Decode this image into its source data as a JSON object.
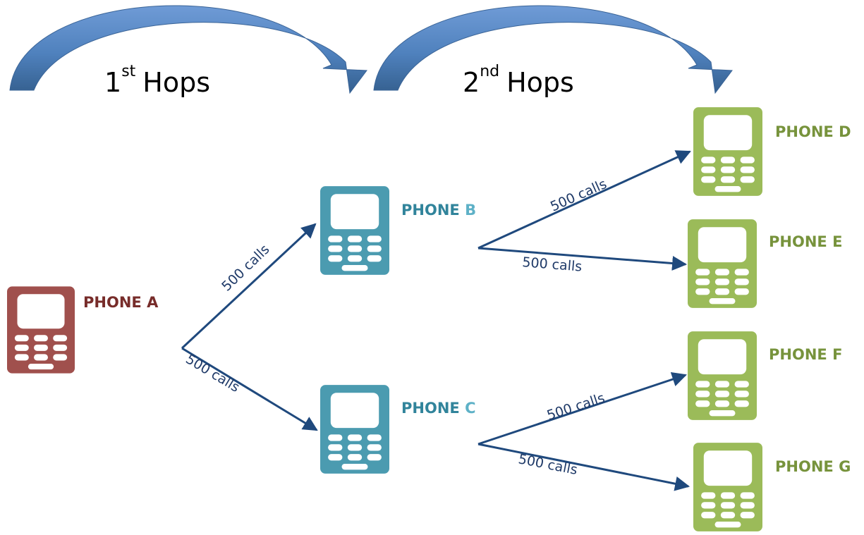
{
  "hops": [
    {
      "number": "1",
      "suffix": "st",
      "word": "Hops"
    },
    {
      "number": "2",
      "suffix": "nd",
      "word": "Hops"
    }
  ],
  "phones": {
    "a": {
      "prefix": "PHONE",
      "letter": "A",
      "color": "#a0504d",
      "label_color": "#772c2a"
    },
    "b": {
      "prefix": "PHONE",
      "letter": "B",
      "color": "#4b9bb0",
      "label_color": "#31849b",
      "letter_color": "#5eb1c7"
    },
    "c": {
      "prefix": "PHONE",
      "letter": "C",
      "color": "#4b9bb0",
      "label_color": "#31849b",
      "letter_color": "#5eb1c7"
    },
    "d": {
      "prefix": "PHONE",
      "letter": "D",
      "color": "#9bbb59",
      "label_color": "#77933c"
    },
    "e": {
      "prefix": "PHONE",
      "letter": "E",
      "color": "#9bbb59",
      "label_color": "#77933c"
    },
    "f": {
      "prefix": "PHONE",
      "letter": "F",
      "color": "#9bbb59",
      "label_color": "#77933c"
    },
    "g": {
      "prefix": "PHONE",
      "letter": "G",
      "color": "#9bbb59",
      "label_color": "#77933c"
    }
  },
  "edges": {
    "a_b": "500 calls",
    "a_c": "500 calls",
    "b_d": "500 calls",
    "b_e": "500 calls",
    "c_f": "500 calls",
    "c_g": "500 calls"
  },
  "colors": {
    "edge": "#1f497d",
    "hop_arrow": "#4f81bd"
  }
}
